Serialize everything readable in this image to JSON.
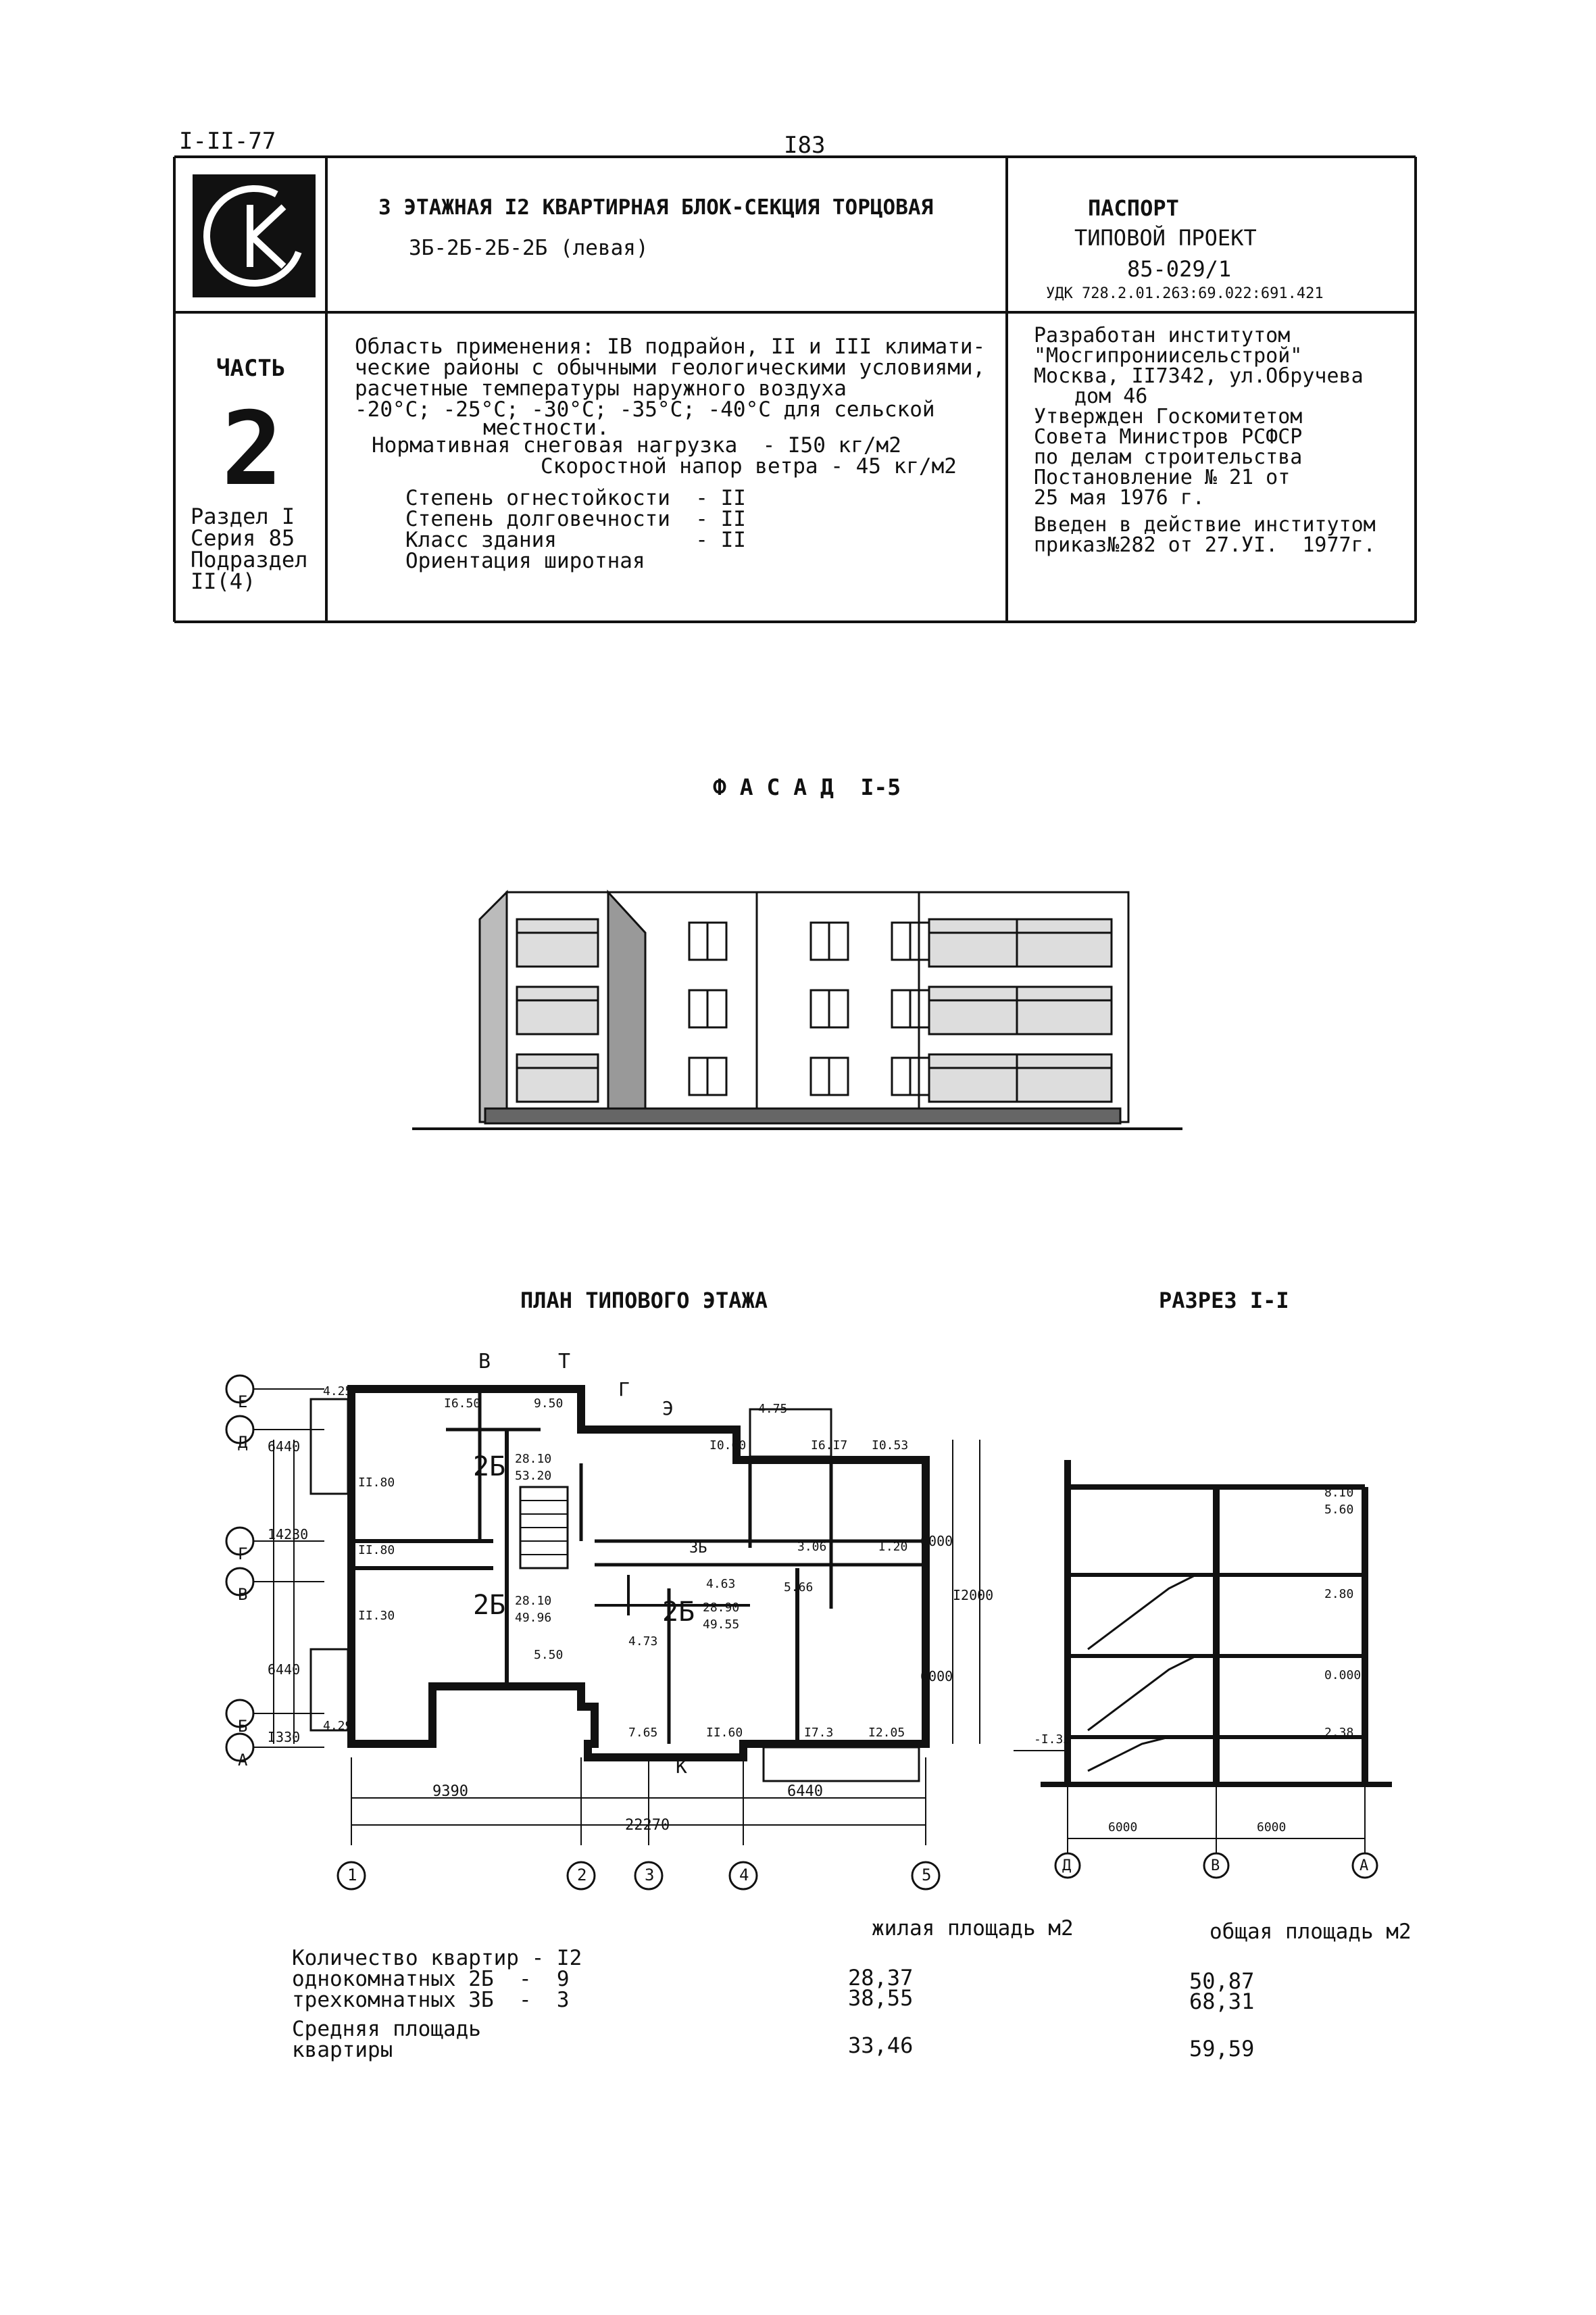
{
  "header": {
    "doc_code": "I-II-77",
    "page_number": "I83"
  },
  "title_block": {
    "project_title_line1": "3 ЭТАЖНАЯ I2 КВАРТИРНАЯ БЛОК-СЕКЦИЯ ТОРЦОВАЯ",
    "project_title_line2": "3Б-2Б-2Б-2Б (левая)",
    "passport_line1": "ПАСПОРТ",
    "passport_line2": "ТИПОВОЙ ПРОЕКТ",
    "passport_line3": "85-029/1",
    "udk": "УДК 728.2.01.263:69.022:691.421",
    "part_label": "ЧАСТЬ",
    "part_number": "2",
    "section_lines": [
      "Раздел I",
      "Серия 85",
      "Подраздел",
      "II(4)"
    ],
    "application_lines": [
      "Область применения: IВ подрайон, II и III климати-",
      "ческие районы с обычными геологическими условиями,",
      "расчетные температуры наружного воздуха",
      "-20°С; -25°С; -30°С; -35°С; -40°С для сельской",
      "местности.",
      "Нормативная снеговая нагрузка  - I50 кг/м2",
      "Скоростной напор ветра - 45 кг/м2"
    ],
    "degree_lines": [
      "Степень огнестойкости  - II",
      "Степень долговечности  - II",
      "Класс здания           - II",
      "Ориентация широтная"
    ],
    "developer_lines": [
      "Разработан институтом",
      "\"Мосгипрониисельстрой\"",
      "Москва, II7342, ул.Обручева",
      "дом 46",
      "Утвержден Госкомитетом",
      "Совета Министров РСФСР",
      "по делам строительства",
      "Постановление № 21 от",
      "25 мая 1976 г.",
      "Введен в действие институтом",
      "приказ№282 от 27.УI.  1977г."
    ]
  },
  "facade": {
    "title": "Ф А С А Д  I-5"
  },
  "plan": {
    "title": "ПЛАН ТИПОВОГО ЭТАЖА",
    "axis_letters": [
      "Е",
      "Д",
      "Г",
      "В",
      "Б",
      "А"
    ],
    "axis_numbers": [
      "1",
      "2",
      "3",
      "4",
      "5"
    ],
    "dims": {
      "d1": "6440",
      "d2": "14230",
      "d3": "6440",
      "d4": "I330",
      "bottom1": "9390",
      "bottom2": "22270",
      "bottom3": "6440",
      "right1": "6000",
      "right2": "I2000",
      "right3": "6000"
    },
    "apt_labels": [
      "2Б",
      "2Б",
      "2Б",
      "3Б"
    ],
    "apt_areas": [
      "28.10",
      "53.20",
      "28.10",
      "49.96",
      "28.90",
      "49.55"
    ],
    "room_areas": [
      "I6.50",
      "9.50",
      "II.80",
      "II.80",
      "II.30",
      "5.50",
      "I0.60",
      "I6.I7",
      "I0.53",
      "7.65",
      "II.60",
      "I7.3",
      "I2.05",
      "5.66",
      "4.63",
      "4.73",
      "3.06",
      "I.20",
      "4.25",
      "4.29",
      "4.75"
    ],
    "marks": [
      "В",
      "Т",
      "Г",
      "Э",
      "К"
    ]
  },
  "section": {
    "title": "РАЗРЕЗ I-I",
    "levels": [
      "8.I0",
      "5.60",
      "2.80",
      "0.000",
      "-I.35",
      "2.38"
    ],
    "dims": [
      "6000",
      "6000"
    ],
    "axes": [
      "Д",
      "В",
      "А"
    ]
  },
  "summary": {
    "col_living": "жилая площадь м2",
    "col_total": "общая площадь м2",
    "rows": [
      {
        "label": "Количество квартир - I2",
        "living": "",
        "total": ""
      },
      {
        "label": "однокомнатных 2Б  -  9",
        "living": "28,37",
        "total": "50,87"
      },
      {
        "label": "трехкомнатных 3Б  -  3",
        "living": "38,55",
        "total": "68,31"
      },
      {
        "label": "Средняя площадь",
        "living": "",
        "total": ""
      },
      {
        "label": "квартиры",
        "living": "33,46",
        "total": "59,59"
      }
    ]
  }
}
